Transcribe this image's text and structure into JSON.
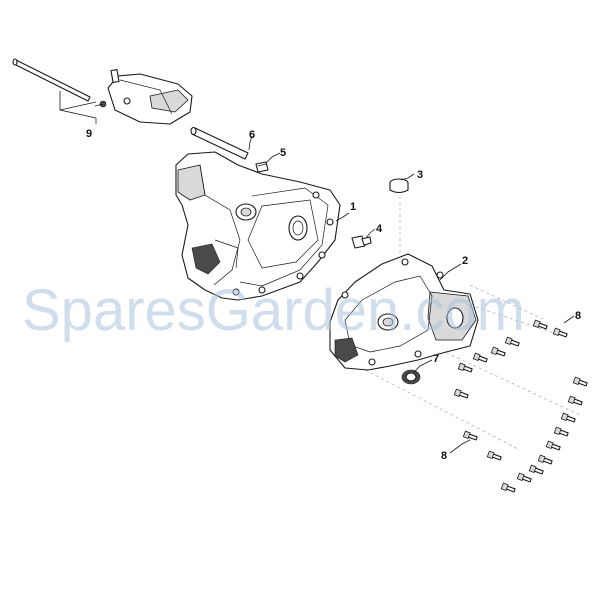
{
  "watermark": "SparesGarden.com",
  "callouts": {
    "c1": "1",
    "c2": "2",
    "c3": "3",
    "c4": "4",
    "c5": "5",
    "c6": "6",
    "c7": "7",
    "c8a": "8",
    "c8b": "8",
    "c9": "9"
  }
}
